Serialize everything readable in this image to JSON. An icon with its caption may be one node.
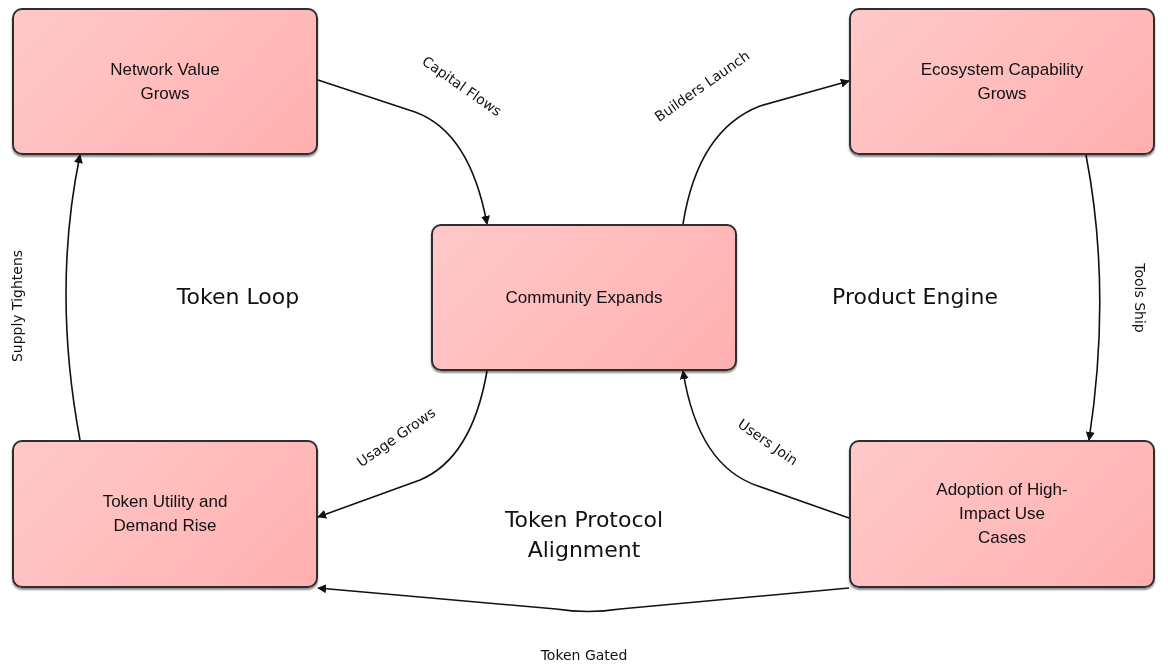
{
  "diagram": {
    "nodes": [
      {
        "text": [
          "Network Value Grows"
        ]
      },
      {
        "text": [
          "Ecosystem Capability Grows"
        ]
      },
      {
        "text": [
          "Community Expands"
        ]
      },
      {
        "text": [
          "Token Utility and Demand Rise"
        ]
      },
      {
        "text": [
          "Adoption of High-Impact Use Cases"
        ]
      }
    ],
    "edges": [
      {
        "from": 0,
        "to": 2,
        "arrow": "to",
        "label": "Capital Flows"
      },
      {
        "from": 2,
        "to": 1,
        "arrow": "to",
        "label": "Builders Launch"
      },
      {
        "from": 1,
        "to": 4,
        "arrow": "to",
        "label": "Tools Ship"
      },
      {
        "from": 4,
        "to": 2,
        "arrow": "to",
        "label": "Users Join"
      },
      {
        "from": 2,
        "to": 3,
        "arrow": "to",
        "label": "Usage Grows"
      },
      {
        "from": 4,
        "to": 3,
        "arrow": "to",
        "label": "Token Gated"
      },
      {
        "from": 3,
        "to": 0,
        "arrow": "to",
        "label": "Supply Tightens"
      }
    ],
    "labels": [
      "Token Loop",
      "Product Engine",
      "Token Protocol Alignment"
    ]
  }
}
